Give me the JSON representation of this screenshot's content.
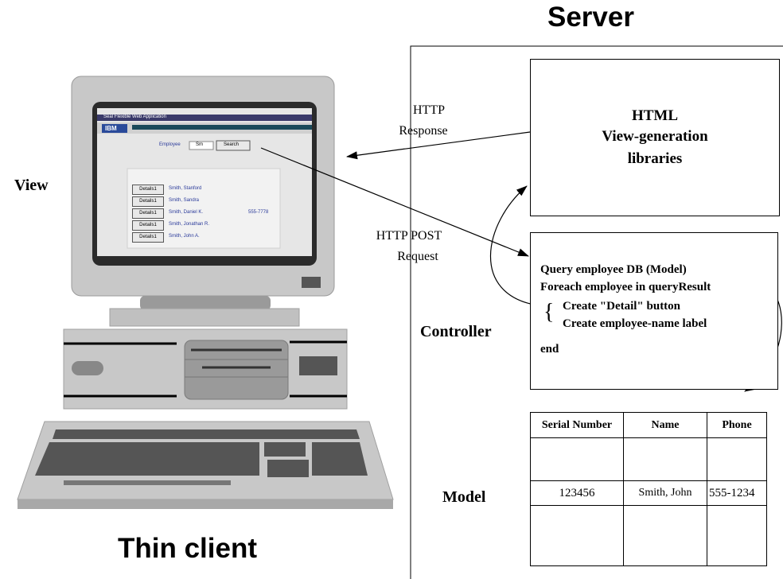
{
  "titles": {
    "server": "Server",
    "thin_client": "Thin client"
  },
  "labels": {
    "view": "View",
    "controller": "Controller",
    "model": "Model"
  },
  "arrows": {
    "response_line1": "HTTP",
    "response_line2": "Response",
    "request_line1": "HTTP POST",
    "request_line2": "Request"
  },
  "view_box": {
    "line1": "HTML",
    "line2": "View-generation",
    "line3": "libraries"
  },
  "controller_code": {
    "line1": "Query employee DB (Model)",
    "line2": "Foreach employee in queryResult",
    "brace": "{",
    "line3": "Create \"Detail\" button",
    "line4": "Create employee-name label",
    "line5": "end"
  },
  "model_table": {
    "headers": [
      "Serial Number",
      "Name",
      "Phone"
    ],
    "rows": [
      [
        "",
        "",
        ""
      ],
      [
        "123456",
        "Smith, John",
        "555-1234"
      ],
      [
        "",
        "",
        ""
      ]
    ]
  },
  "screen": {
    "window_title": "Seal Flexible Web Application",
    "logo": "IBM",
    "field_label": "Employee",
    "field_value": "Sm",
    "search_button": "Search",
    "detail_buttons": [
      "Details1",
      "Details1",
      "Details1",
      "Details1",
      "Details1"
    ],
    "names": [
      "Smith, Stanford",
      "Smith, Sandra",
      "Smith, Daniel K.",
      "Smith, Jonathan R.",
      "Smith, John A."
    ],
    "phone": "555-7778"
  }
}
